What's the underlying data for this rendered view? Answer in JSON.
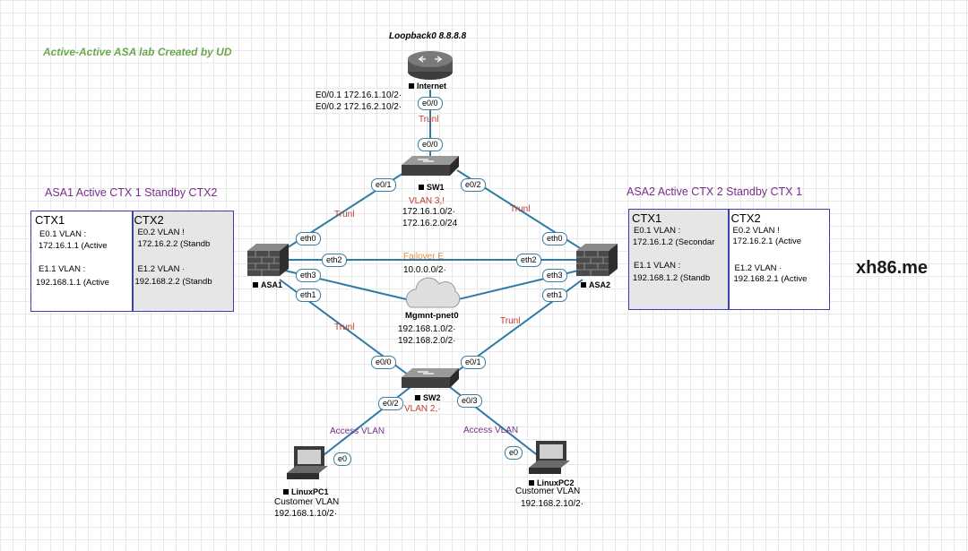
{
  "title_note": "Active-Active ASA lab Created by UD",
  "watermark": "xh86.me",
  "internet": {
    "name": "Internet",
    "loopback": "Loopback0 8.8.8.8",
    "sub1": "E0/0.1 172.16.1.10/2·",
    "sub2": "E0/0.2 172.16.2.10/2·"
  },
  "sw1": {
    "name": "SW1",
    "vlan": "VLAN 3,!",
    "net1": "172.16.1.0/2·",
    "net2": "172.16.2.0/24"
  },
  "sw2": {
    "name": "SW2",
    "vlan": "VLAN 2,·"
  },
  "asa1": {
    "name": "ASA1",
    "heading": "ASA1 Active CTX 1 Standby CTX2"
  },
  "asa2": {
    "name": "ASA2",
    "heading": "ASA2 Active CTX 2 Standby CTX 1"
  },
  "failover": {
    "label": "Failover E",
    "net": "10.0.0.0/2·"
  },
  "mgmt": {
    "name": "Mgmnt-pnet0",
    "net1": "192.168.1.0/2·",
    "net2": "192.168.2.0/2·"
  },
  "links": {
    "trunk": "Trunl",
    "access_vlan": "Access VLAN"
  },
  "ports": {
    "internet_e00": "e0/0",
    "sw1_e00": "e0/0",
    "sw1_e01": "e0/1",
    "sw1_e02": "e0/2",
    "asa1_eth0": "eth0",
    "asa1_eth1": "eth1",
    "asa1_eth2": "eth2",
    "asa1_eth3": "eth3",
    "asa2_eth0": "eth0",
    "asa2_eth1": "eth1",
    "asa2_eth2": "eth2",
    "asa2_eth3": "eth3",
    "sw2_e00": "e0/0",
    "sw2_e01": "e0/1",
    "sw2_e02": "e0/2",
    "sw2_e03": "e0/3",
    "pc1_e0": "e0",
    "pc2_e0": "e0"
  },
  "linuxpc1": {
    "name": "LinuxPC1",
    "vlan": "Customer VLAN",
    "ip": "192.168.1.10/2·"
  },
  "linuxpc2": {
    "name": "LinuxPC2",
    "vlan": "Customer VLAN",
    "ip": "192.168.2.10/2·"
  },
  "asa1_box": {
    "ctx1": {
      "head": "CTX1",
      "e0_label": "E0.1 VLAN :",
      "e0_ip": "172.16.1.1 (Active",
      "e1_label": "E1.1 VLAN :",
      "e1_ip": "192.168.1.1 (Active"
    },
    "ctx2": {
      "head": "CTX2",
      "e0_label": "E0.2 VLAN !",
      "e0_ip": "172.16.2.2 (Standb",
      "e1_label": "E1.2 VLAN ·",
      "e1_ip": "192.168.2.2 (Standb"
    }
  },
  "asa2_box": {
    "ctx1": {
      "head": "CTX1",
      "e0_label": "E0.1 VLAN :",
      "e0_ip": "172.16.1.2 (Secondar",
      "e1_label": "E1.1 VLAN :",
      "e1_ip": "192.168.1.2 (Standb"
    },
    "ctx2": {
      "head": "CTX2",
      "e0_label": "E0.2 VLAN !",
      "e0_ip": "172.16.2.1 (Active",
      "e1_label": "E1.2 VLAN ·",
      "e1_ip": "192.168.2.1 (Active"
    }
  },
  "colors": {
    "link": "#2f7aa6",
    "box_border": "#3b3fb0",
    "heading": "#7a2d8c",
    "note": "#6aa84f",
    "trunk": "#c0392b"
  }
}
